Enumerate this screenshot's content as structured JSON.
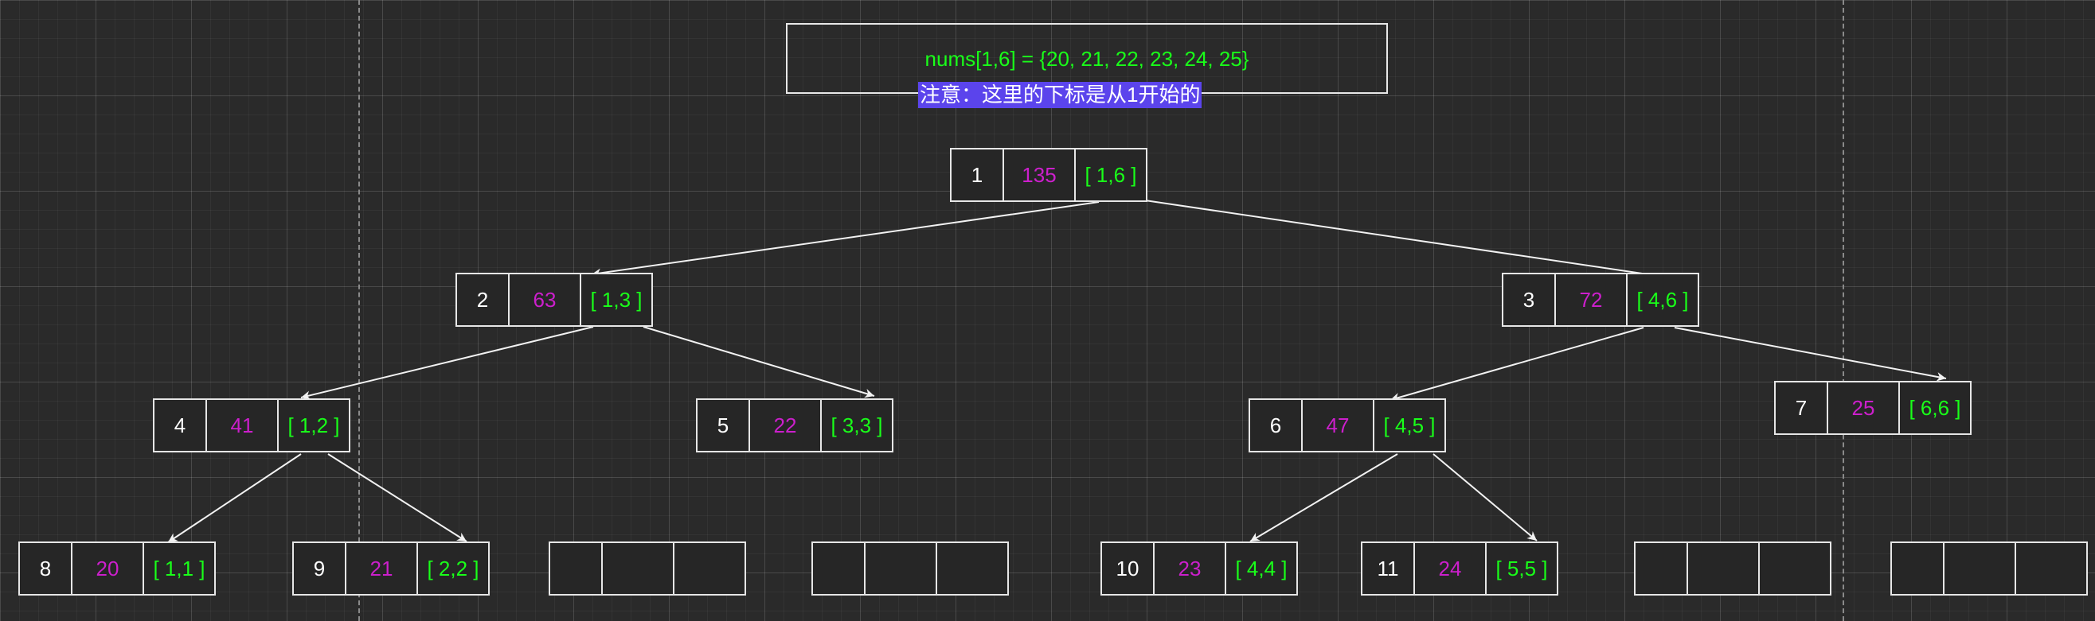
{
  "header": {
    "array_label": "nums[1,6] = {20, 21, 22, 23, 24, 25}",
    "note": "注意：这里的下标是从1开始的"
  },
  "colors": {
    "background": "#2a2a2a",
    "index": "#ffffff",
    "sum": "#cc1fcc",
    "range": "#19ff19",
    "note_highlight": "#5b44ec",
    "border": "#e6e6e6"
  },
  "tree": {
    "nodes": [
      {
        "index": "1",
        "sum": "135",
        "range": "[ 1,6 ]"
      },
      {
        "index": "2",
        "sum": "63",
        "range": "[ 1,3 ]"
      },
      {
        "index": "3",
        "sum": "72",
        "range": "[ 4,6 ]"
      },
      {
        "index": "4",
        "sum": "41",
        "range": "[ 1,2 ]"
      },
      {
        "index": "5",
        "sum": "22",
        "range": "[ 3,3 ]"
      },
      {
        "index": "6",
        "sum": "47",
        "range": "[ 4,5 ]"
      },
      {
        "index": "7",
        "sum": "25",
        "range": "[ 6,6 ]"
      },
      {
        "index": "8",
        "sum": "20",
        "range": "[ 1,1 ]"
      },
      {
        "index": "9",
        "sum": "21",
        "range": "[ 2,2 ]"
      },
      {
        "index": "10",
        "sum": "23",
        "range": "[ 4,4 ]"
      },
      {
        "index": "11",
        "sum": "24",
        "range": "[ 5,5 ]"
      }
    ],
    "empty_slots": 4
  }
}
